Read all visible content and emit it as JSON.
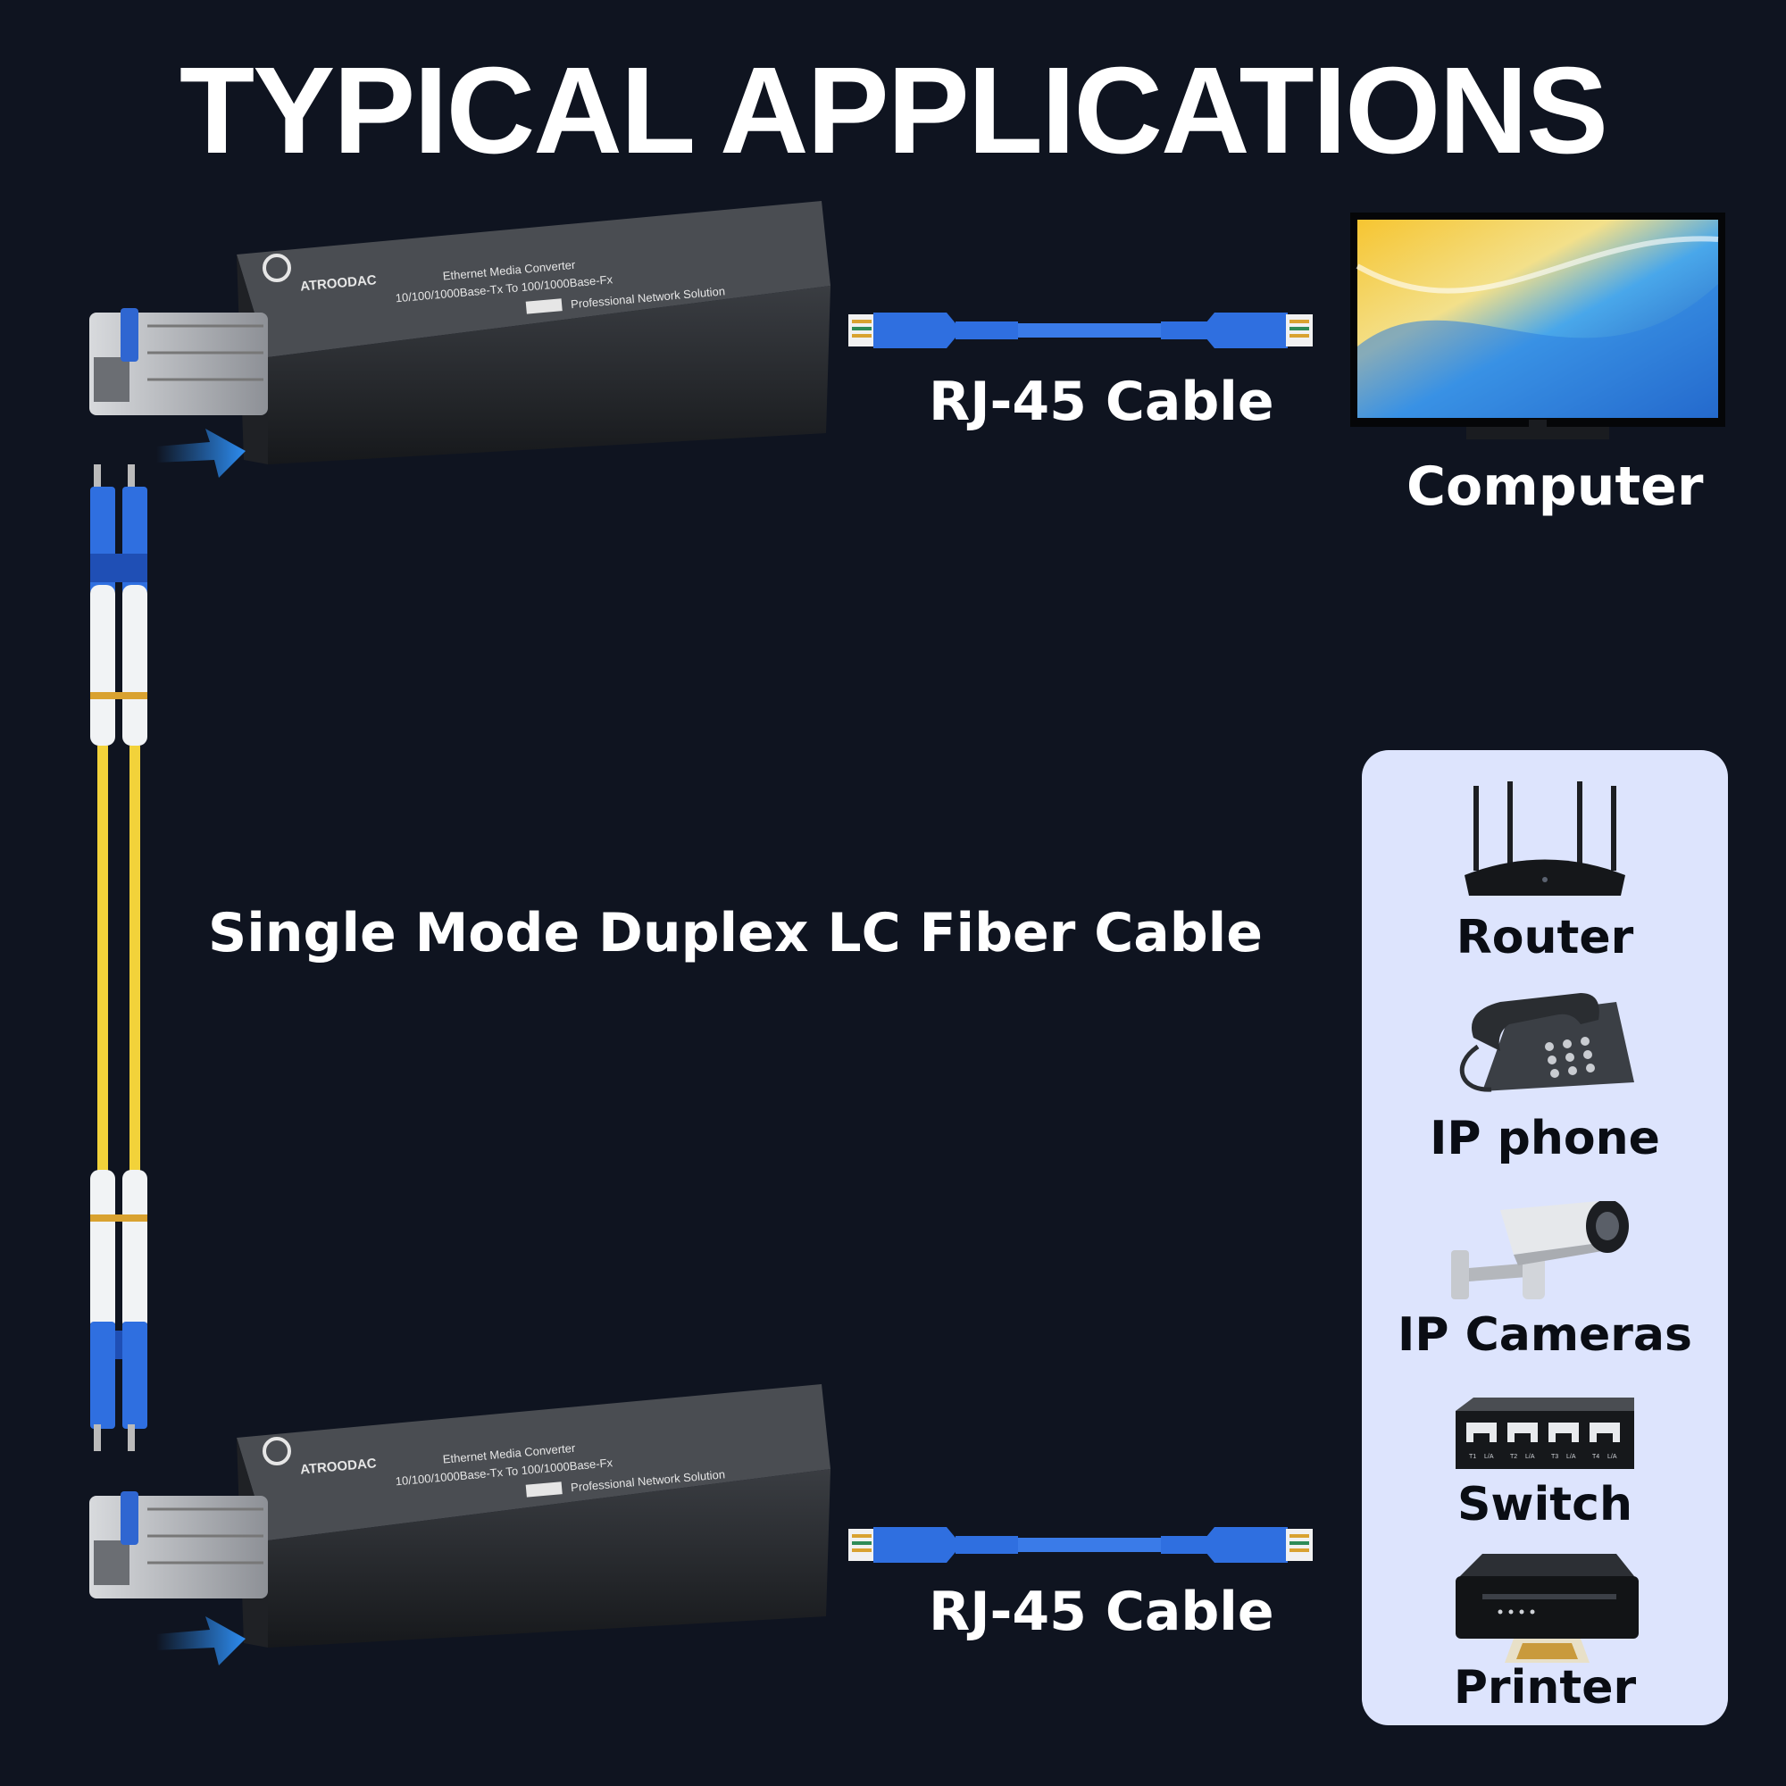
{
  "title": "TYPICAL APPLICATIONS",
  "converter": {
    "brand": "ATROODAC",
    "line1": "Ethernet Media Converter",
    "line2": "10/100/1000Base-Tx To 100/1000Base-Fx",
    "line3": "Professional Network Solution"
  },
  "labels": {
    "rj45_top": "RJ-45 Cable",
    "rj45_bottom": "RJ-45 Cable",
    "computer": "Computer",
    "fiber": "Single Mode Duplex LC Fiber Cable"
  },
  "devices": [
    {
      "label": "Router",
      "icon": "router-icon"
    },
    {
      "label": "IP phone",
      "icon": "phone-icon"
    },
    {
      "label": "IP Cameras",
      "icon": "camera-icon"
    },
    {
      "label": "Switch",
      "icon": "switch-icon"
    },
    {
      "label": "Printer",
      "icon": "printer-icon"
    }
  ],
  "switch_ports": [
    "T1",
    "L/A",
    "T2",
    "L/A",
    "T3",
    "L/A",
    "T4",
    "L/A"
  ],
  "colors": {
    "background": "#0f1420",
    "panel": "#dde4fd",
    "cable_blue": "#2f6fe0",
    "fiber_yellow": "#f2d23a",
    "arrow": "#2d8cf0"
  }
}
